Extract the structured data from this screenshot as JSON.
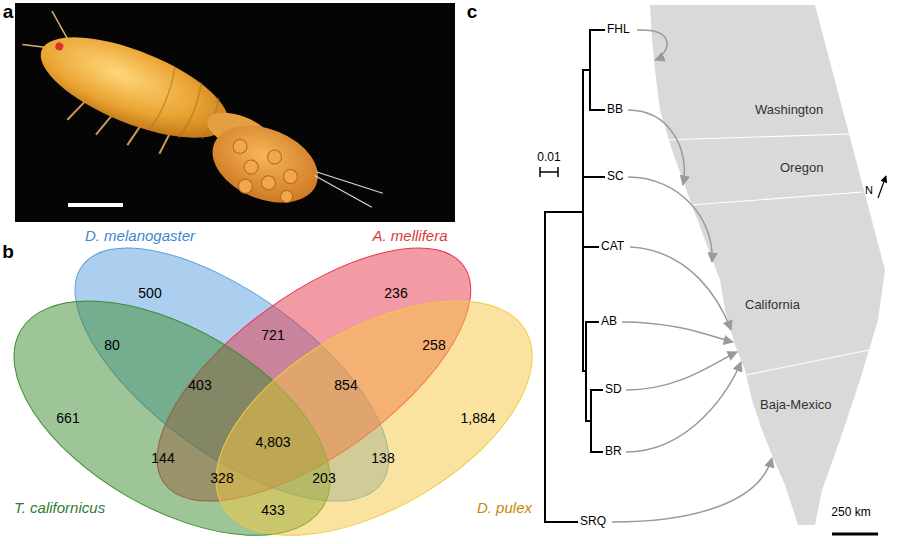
{
  "diagram": {
    "nodes": [
      {
        "text": [
          "D. melanogaster"
        ]
      },
      {
        "text": [
          "A. mellifera"
        ]
      },
      {
        "text": [
          "T. californicus"
        ]
      },
      {
        "text": [
          "D. pulex"
        ]
      }
    ],
    "labels": [
      "a",
      "b",
      "c",
      "500",
      "236",
      "721",
      "80",
      "258",
      "403",
      "854",
      "661",
      "1,884",
      "4,803",
      "144",
      "138",
      "328",
      "203",
      "433",
      "0.01",
      "FHL",
      "BB",
      "SC",
      "CAT",
      "AB",
      "SD",
      "BR",
      "SRQ",
      "Washington",
      "Oregon",
      "N",
      "California",
      "Baja-Mexico",
      "250 km"
    ]
  }
}
